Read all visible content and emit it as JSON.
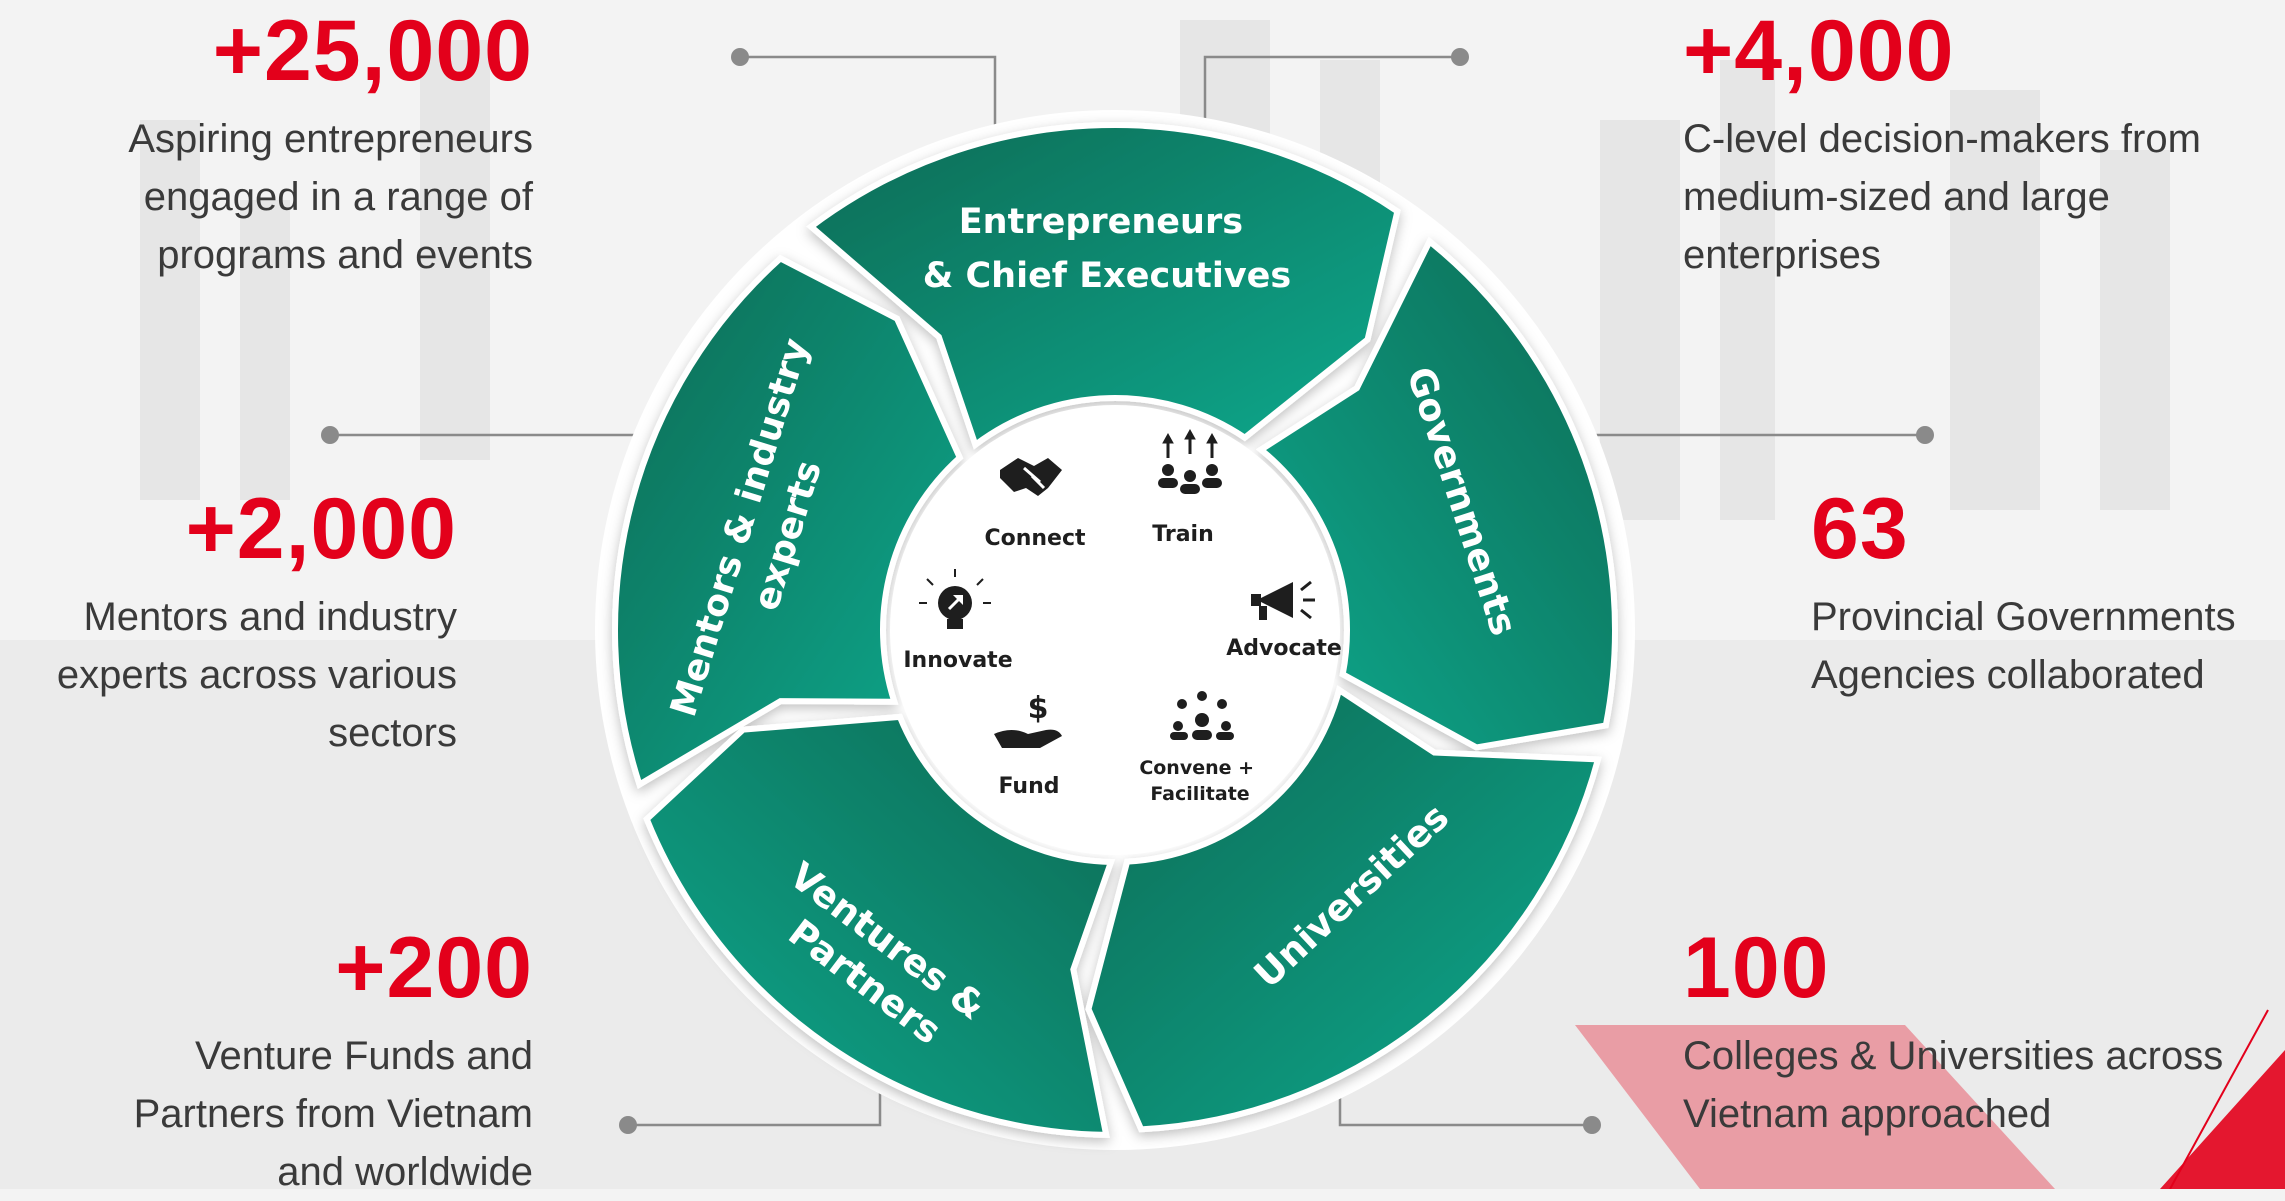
{
  "colors": {
    "accent_red": "#e3001b",
    "teal_light": "#10a58a",
    "teal_dark": "#0a6b55",
    "text_gray": "#3a3a3a"
  },
  "stats": {
    "entrepreneurs": {
      "number": "+25,000",
      "lines": [
        "Aspiring entrepreneurs",
        "engaged in a range of",
        "programs and events"
      ]
    },
    "mentors": {
      "number": "+2,000",
      "lines": [
        "Mentors and industry",
        "experts across various",
        "sectors"
      ]
    },
    "ventures": {
      "number": "+200",
      "lines": [
        "Venture Funds and",
        "Partners from Vietnam",
        "and worldwide"
      ]
    },
    "executives": {
      "number": "+4,000",
      "lines": [
        "C-level decision-makers from",
        "medium-sized and large",
        "enterprises"
      ]
    },
    "governments": {
      "number": "63",
      "lines": [
        "Provincial Governments",
        "Agencies collaborated"
      ]
    },
    "universities": {
      "number": "100",
      "lines": [
        "Colleges & Universities across",
        "Vietnam approached"
      ]
    }
  },
  "segments": {
    "entrepreneurs": [
      "Entrepreneurs",
      "& Chief Executives"
    ],
    "governments": [
      "Governments"
    ],
    "universities": [
      "Universities"
    ],
    "ventures": [
      "Ventures &",
      "Partners"
    ],
    "mentors": [
      "Mentors & industry",
      "experts"
    ]
  },
  "center_items": {
    "connect": {
      "label": "Connect",
      "icon": "handshake-icon"
    },
    "train": {
      "label": "Train",
      "icon": "people-growth-icon"
    },
    "advocate": {
      "label": "Advocate",
      "icon": "megaphone-icon"
    },
    "convene": {
      "label": [
        "Convene +",
        "Facilitate"
      ],
      "icon": "group-icon"
    },
    "fund": {
      "label": "Fund",
      "icon": "hand-dollar-icon"
    },
    "innovate": {
      "label": "Innovate",
      "icon": "lightbulb-icon"
    }
  }
}
